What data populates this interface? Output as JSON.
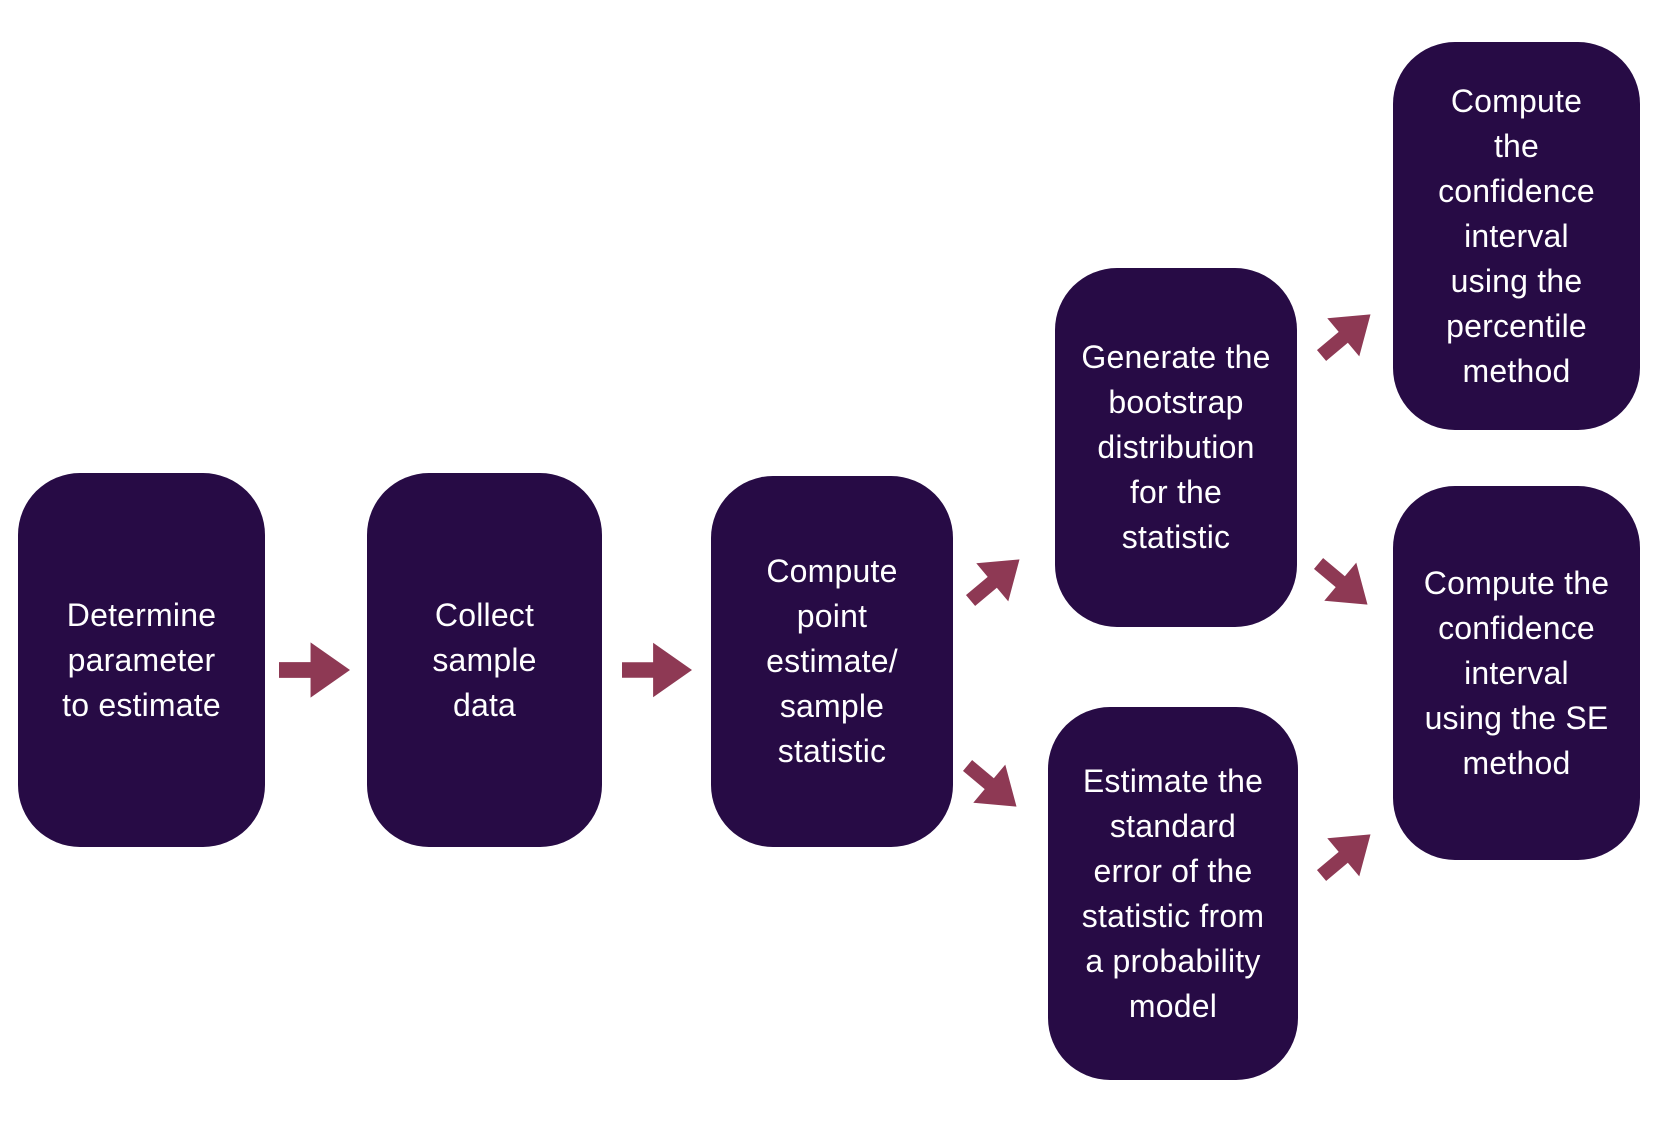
{
  "flow": {
    "colors": {
      "node_fill": "#270b45",
      "arrow": "#8e3954",
      "text": "#ffffff",
      "background": "#ffffff"
    },
    "nodes": [
      {
        "id": "determine-parameter",
        "label": "Determine parameter to estimate",
        "lines": [
          "Determine",
          "parameter",
          "to estimate"
        ]
      },
      {
        "id": "collect-sample-data",
        "label": "Collect sample data",
        "lines": [
          "Collect",
          "sample",
          "data"
        ]
      },
      {
        "id": "compute-point-estimate",
        "label": "Compute point estimate/ sample statistic",
        "lines": [
          "Compute",
          "point",
          "estimate/",
          "sample",
          "statistic"
        ]
      },
      {
        "id": "generate-bootstrap-distribution",
        "label": "Generate the bootstrap distribution for the statistic",
        "lines": [
          "Generate the",
          "bootstrap",
          "distribution",
          "for the",
          "statistic"
        ]
      },
      {
        "id": "ci-percentile-method",
        "label": "Compute the confidence interval using the percentile method",
        "lines": [
          "Compute",
          "the",
          "confidence",
          "interval",
          "using the",
          "percentile",
          "method"
        ]
      },
      {
        "id": "ci-se-method",
        "label": "Compute the confidence interval using the SE method",
        "lines": [
          "Compute the",
          "confidence",
          "interval",
          "using the SE",
          "method"
        ]
      },
      {
        "id": "estimate-standard-error",
        "label": "Estimate the standard error of the statistic from a probability model",
        "lines": [
          "Estimate the",
          "standard",
          "error of the",
          "statistic from",
          "a probability",
          "model"
        ]
      }
    ],
    "arrows": [
      {
        "direction": "right",
        "from": "determine-parameter",
        "to": "collect-sample-data"
      },
      {
        "direction": "right",
        "from": "collect-sample-data",
        "to": "compute-point-estimate"
      },
      {
        "direction": "up-right",
        "from": "compute-point-estimate",
        "to": "generate-bootstrap-distribution"
      },
      {
        "direction": "down-right",
        "from": "compute-point-estimate",
        "to": "estimate-standard-error"
      },
      {
        "direction": "up-right",
        "from": "generate-bootstrap-distribution",
        "to": "ci-percentile-method"
      },
      {
        "direction": "down-right",
        "from": "generate-bootstrap-distribution",
        "to": "ci-se-method"
      },
      {
        "direction": "up-right",
        "from": "estimate-standard-error",
        "to": "ci-se-method"
      }
    ]
  }
}
